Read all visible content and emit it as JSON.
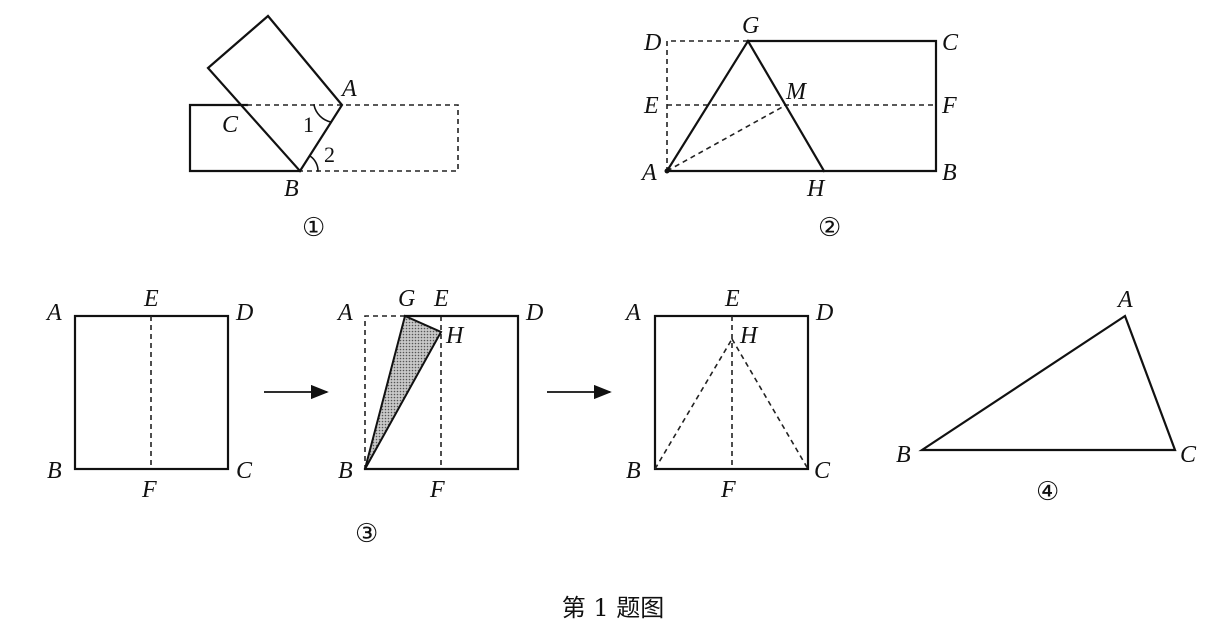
{
  "figure1": {
    "tag": "①",
    "labels": {
      "A": "A",
      "B": "B",
      "C": "C",
      "angle1": "1",
      "angle2": "2"
    }
  },
  "figure2": {
    "tag": "②",
    "labels": {
      "A": "A",
      "B": "B",
      "C": "C",
      "D": "D",
      "E": "E",
      "F": "F",
      "G": "G",
      "H": "H",
      "M": "M"
    }
  },
  "figure3": {
    "tag": "③",
    "panel1": {
      "A": "A",
      "B": "B",
      "C": "C",
      "D": "D",
      "E": "E",
      "F": "F"
    },
    "panel2": {
      "A": "A",
      "B": "B",
      "D": "D",
      "E": "E",
      "F": "F",
      "G": "G",
      "H": "H"
    },
    "panel3": {
      "A": "A",
      "B": "B",
      "C": "C",
      "D": "D",
      "E": "E",
      "F": "F",
      "H": "H"
    },
    "shade_color": "#9a9a9a"
  },
  "figure4": {
    "tag": "④",
    "labels": {
      "A": "A",
      "B": "B",
      "C": "C"
    }
  },
  "caption": "第 1 题图"
}
